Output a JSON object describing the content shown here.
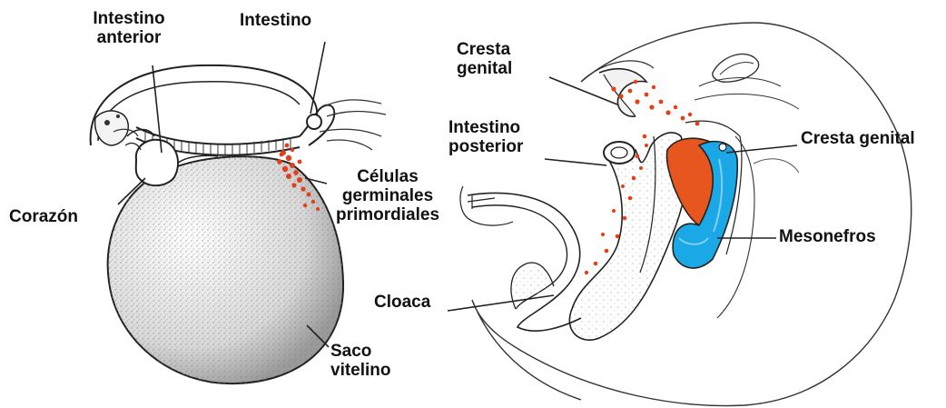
{
  "labels": {
    "intestino_anterior_1": "Intestino",
    "intestino_anterior_2": "anterior",
    "intestino": "Intestino",
    "corazon": "Corazón",
    "celulas_1": "Células",
    "celulas_2": "germinales",
    "celulas_3": "primordiales",
    "saco_1": "Saco",
    "saco_2": "vitelino",
    "cresta_top_1": "Cresta",
    "cresta_top_2": "genital",
    "posterior_1": "Intestino",
    "posterior_2": "posterior",
    "cresta_right": "Cresta genital",
    "mesonefros": "Mesonefros",
    "cloaca": "Cloaca"
  },
  "colors": {
    "outline": "#222222",
    "stipple": "#7a7a7a",
    "germ_cells": "#e0401a",
    "germ_cells_dark": "#b8320f",
    "genital_ridge": "#e8561f",
    "mesonephros": "#1aa8e6",
    "mesonephros_light": "#7fd0f2"
  }
}
